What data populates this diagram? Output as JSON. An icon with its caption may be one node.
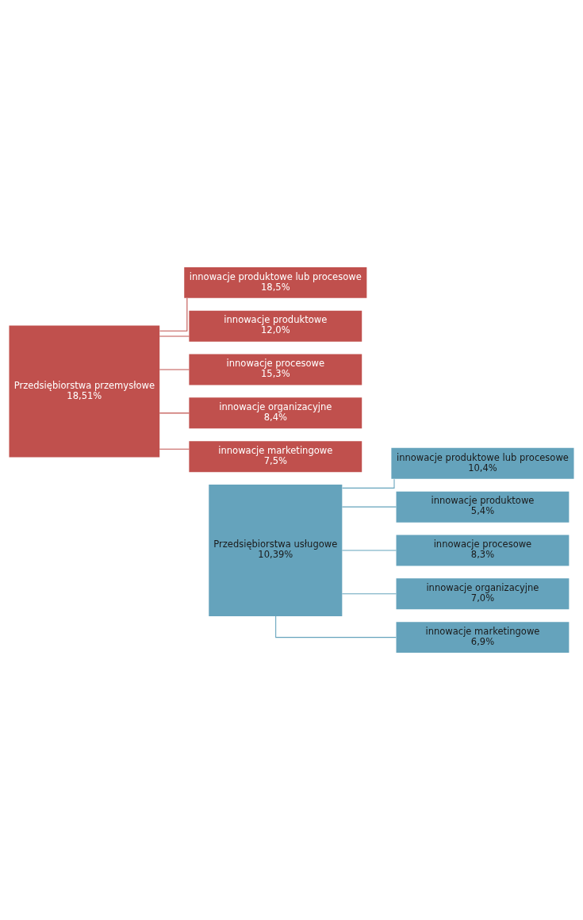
{
  "diagram": {
    "nodes": [
      {
        "text": [
          "Przedsiębiorstwa przemysłowe",
          "18,51%"
        ]
      },
      {
        "text": [
          "innowacje produktowe lub procesowe",
          "18,5%"
        ]
      },
      {
        "text": [
          "innowacje produktowe",
          "12,0%"
        ]
      },
      {
        "text": [
          "innowacje procesowe",
          "15,3%"
        ]
      },
      {
        "text": [
          "innowacje organizacyjne",
          "8,4%"
        ]
      },
      {
        "text": [
          "innowacje marketingowe",
          "7,5%"
        ]
      },
      {
        "text": [
          "Przedsiębiorstwa usługowe",
          "10,39%"
        ]
      },
      {
        "text": [
          "innowacje produktowe lub procesowe",
          "10,4%"
        ]
      },
      {
        "text": [
          "innowacje produktowe",
          "5,4%"
        ]
      },
      {
        "text": [
          "innowacje procesowe",
          "8,3%"
        ]
      },
      {
        "text": [
          "innowacje organizacyjne",
          "7,0%"
        ]
      },
      {
        "text": [
          "innowacje marketingowe",
          "6,9%"
        ]
      }
    ],
    "edges": [
      {
        "from": 0,
        "to": 1,
        "arrow": "none",
        "color": "#c0504d"
      },
      {
        "from": 0,
        "to": 2,
        "arrow": "none",
        "color": "#c0504d"
      },
      {
        "from": 0,
        "to": 3,
        "arrow": "none",
        "color": "#c0504d"
      },
      {
        "from": 0,
        "to": 4,
        "arrow": "none",
        "color": "#c0504d"
      },
      {
        "from": 0,
        "to": 5,
        "arrow": "none",
        "color": "#c0504d"
      },
      {
        "from": 6,
        "to": 7,
        "arrow": "none",
        "color": "#65a3bc"
      },
      {
        "from": 6,
        "to": 8,
        "arrow": "none",
        "color": "#65a3bc"
      },
      {
        "from": 6,
        "to": 9,
        "arrow": "none",
        "color": "#65a3bc"
      },
      {
        "from": 6,
        "to": 10,
        "arrow": "none",
        "color": "#65a3bc"
      },
      {
        "from": 6,
        "to": 11,
        "arrow": "none",
        "color": "#65a3bc"
      }
    ]
  }
}
